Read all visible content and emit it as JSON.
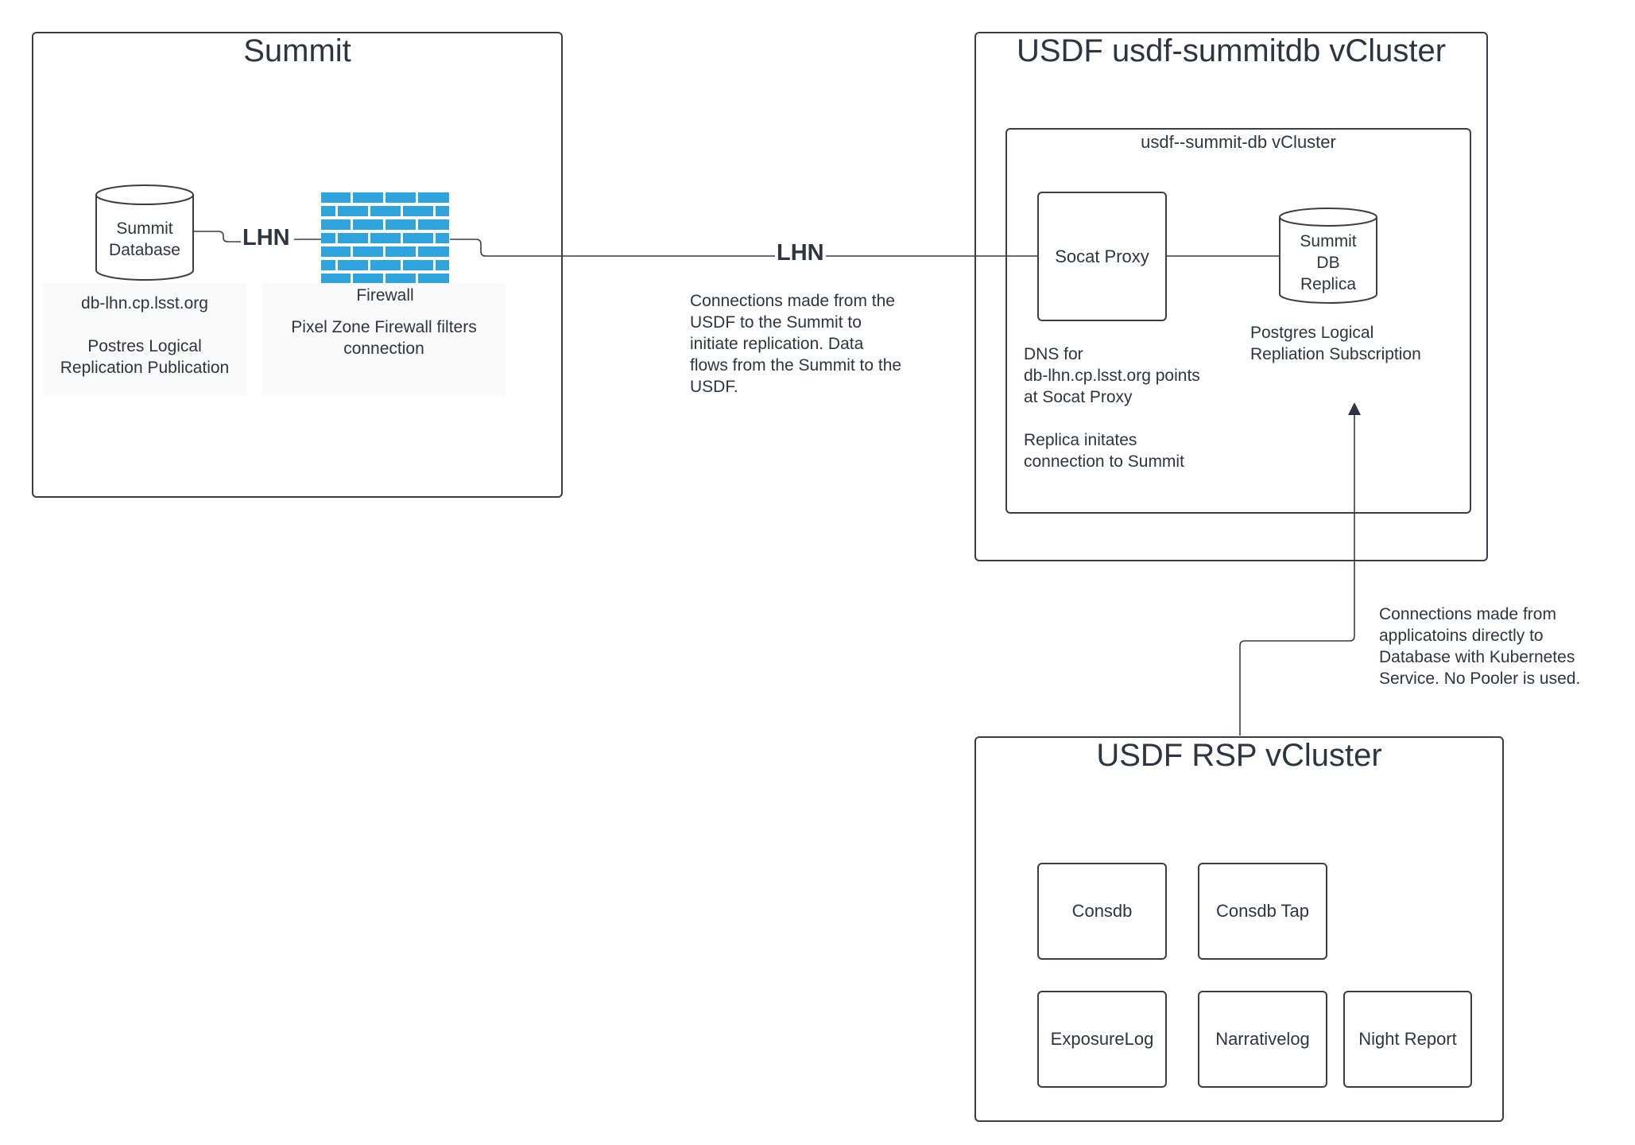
{
  "summit": {
    "title": "Summit",
    "lhn_label": "LHN",
    "database": {
      "label_line1": "Summit",
      "label_line2": "Database",
      "icon": "database-cylinder-icon"
    },
    "db_caption": {
      "hostname": "db-lhn.cp.lsst.org",
      "line1": "Postres Logical",
      "line2": "Replication Publication"
    },
    "firewall": {
      "label": "Firewall",
      "icon": "firewall-brick-icon",
      "color": "#2ea3dc",
      "caption_line1": "Pixel Zone Firewall filters",
      "caption_line2": "connection"
    }
  },
  "link": {
    "label": "LHN",
    "note_lines": [
      "Connections made from the",
      "USDF to the Summit to",
      "initiate replication.  Data",
      "flows from the Summit to the",
      "USDF."
    ]
  },
  "usdf_summitdb": {
    "title": "USDF usdf-summitdb vCluster",
    "inner_title": "usdf--summit-db vCluster",
    "socat_proxy": "Socat Proxy",
    "replica": {
      "line1": "Summit",
      "line2": "DB",
      "line3": "Replica",
      "icon": "database-cylinder-icon"
    },
    "dns_note_lines": [
      "DNS for",
      "db-lhn.cp.lsst.org points",
      "at Socat Proxy"
    ],
    "replica_note_lines": [
      "Replica initates",
      "connection to Summit"
    ],
    "subscription_lines": [
      "Postgres Logical",
      "Repliation Subscription"
    ]
  },
  "rsp_note_lines": [
    "Connections made from",
    "applicatoins directly to",
    "Database with Kubernetes",
    "Service.  No Pooler is used."
  ],
  "usdf_rsp": {
    "title": "USDF RSP vCluster",
    "apps": {
      "consdb": "Consdb",
      "consdb_tap": "Consdb Tap",
      "exposurelog": "ExposureLog",
      "narrativelog": "Narrativelog",
      "night_report": "Night Report"
    }
  },
  "colors": {
    "line": "#3a3f47",
    "text": "#2d3540",
    "firewall": "#2ea3dc"
  }
}
